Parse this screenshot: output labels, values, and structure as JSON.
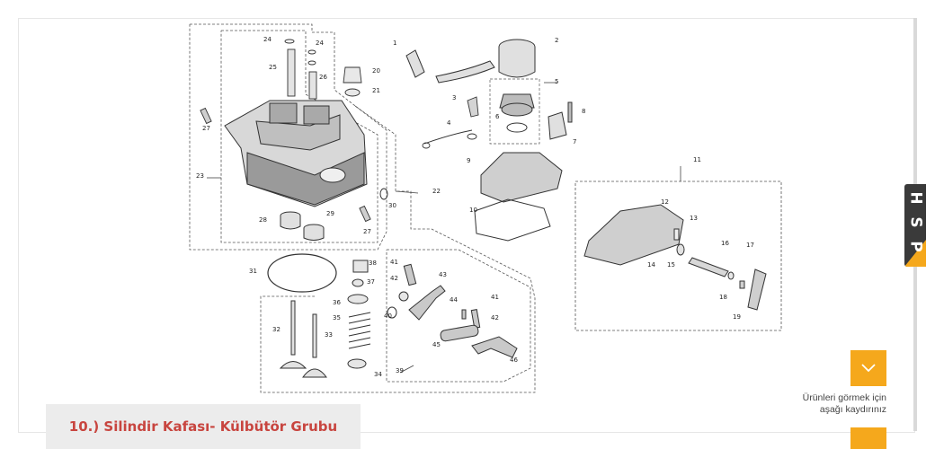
{
  "caption": "10.) Silindir Kafası- Külbütör Grubu",
  "scroll_hint": {
    "line1": "Ürünleri görmek için",
    "line2": "aşağı kaydırınız",
    "icon": "chevron-down-icon"
  },
  "badge": {
    "letters": [
      "H",
      "S",
      "P"
    ]
  },
  "colors": {
    "accent": "#f5a81c",
    "caption_text": "#c8453f",
    "caption_bg": "#ececec",
    "badge_bg": "#3a3a3a"
  },
  "part_labels": [
    "1",
    "2",
    "3",
    "4",
    "5",
    "6",
    "7",
    "8",
    "9",
    "10",
    "11",
    "12",
    "13",
    "14",
    "15",
    "16",
    "17",
    "18",
    "19",
    "20",
    "21",
    "22",
    "23",
    "24",
    "24",
    "25",
    "26",
    "27",
    "27",
    "28",
    "29",
    "30",
    "31",
    "32",
    "33",
    "34",
    "35",
    "36",
    "37",
    "38",
    "39",
    "40",
    "41",
    "41",
    "42",
    "42",
    "43",
    "44",
    "45",
    "46"
  ]
}
